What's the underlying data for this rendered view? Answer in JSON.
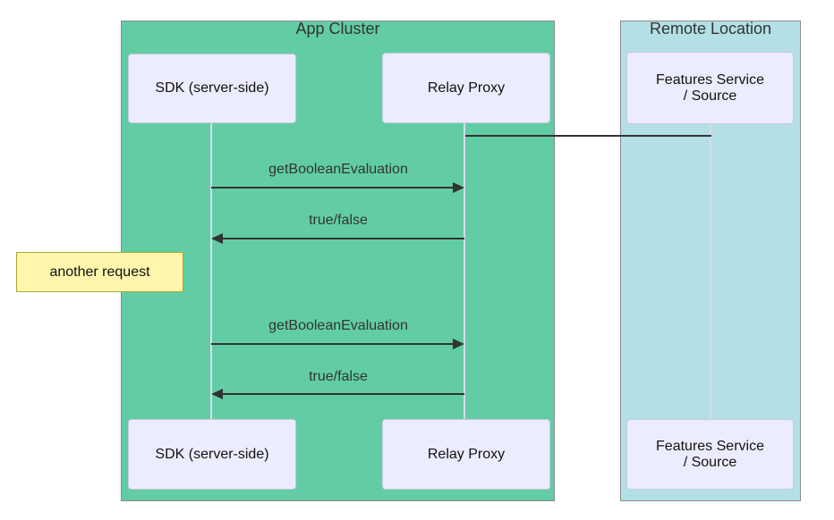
{
  "groups": {
    "app_cluster": {
      "label": "App Cluster",
      "fill": "#62CDA4",
      "border": "#8C8C8C"
    },
    "remote_location": {
      "label": "Remote Location",
      "fill": "#B2E0E6",
      "border": "#8C8C8C"
    }
  },
  "actors": {
    "sdk": {
      "label": "SDK (server-side)"
    },
    "relay_proxy": {
      "label": "Relay Proxy"
    },
    "features_service": {
      "label": "Features Service\n/ Source"
    }
  },
  "messages": [
    {
      "label": "getBooleanEvaluation",
      "from": "SDK (server-side)",
      "to": "Relay Proxy",
      "direction": "right"
    },
    {
      "label": "true/false",
      "from": "Relay Proxy",
      "to": "SDK (server-side)",
      "direction": "left"
    },
    {
      "label": "getBooleanEvaluation",
      "from": "SDK (server-side)",
      "to": "Relay Proxy",
      "direction": "right"
    },
    {
      "label": "true/false",
      "from": "Relay Proxy",
      "to": "SDK (server-side)",
      "direction": "left"
    }
  ],
  "connector": {
    "from": "Relay Proxy",
    "to": "Features Service / Source"
  },
  "note": {
    "label": "another request",
    "fill": "#FFF5AD",
    "border": "#AAAA33"
  },
  "style": {
    "actor_fill": "#ECECFF",
    "actor_border": "#C9C9E0",
    "lifeline_color": "#D9D9EC",
    "line_color": "#333333",
    "text_color": "#333333",
    "background": "#FFFFFF"
  }
}
